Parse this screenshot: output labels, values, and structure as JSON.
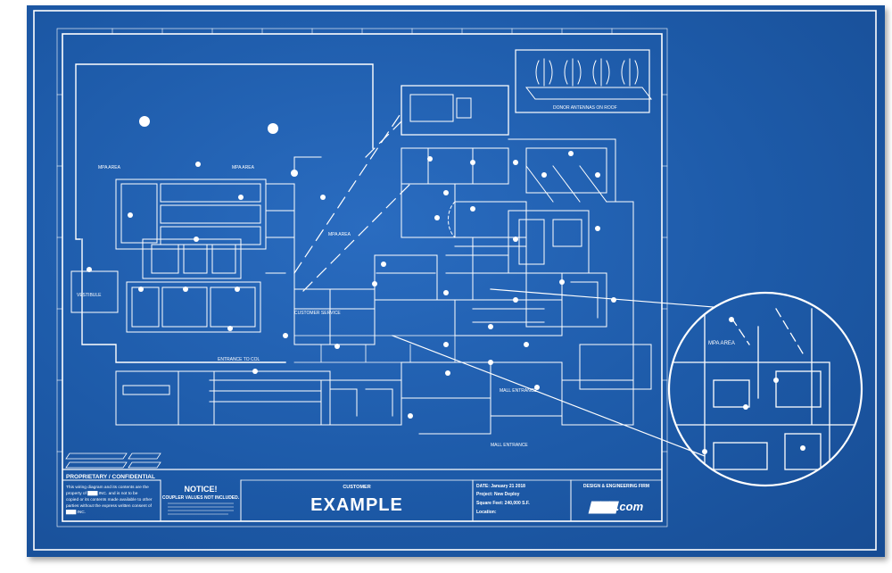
{
  "colors": {
    "paper": "#1f5fb0",
    "line": "#ffffff",
    "surround": "#ffffff"
  },
  "rooms": {
    "mpa_area_left": "MPA AREA",
    "mpa_area_right": "MPA AREA",
    "mpa_area_mid": "MPA AREA",
    "vestibule": "VESTIBULE",
    "customer_service": "CUSTOMER SERVICE",
    "entrance_to_col": "ENTRANCE TO COL",
    "mall_entrance_lower": "MALL ENTRANCE",
    "mall_entrance_mid": "MALL ENTRANCE",
    "mpa_area_zoom": "MPA AREA",
    "donor_antennas": "DONOR ANTENNAS ON ROOF"
  },
  "title_block": {
    "proprietary_heading": "PROPRIETARY / CONFIDENTIAL",
    "proprietary_lines": [
      "This wiring diagram and its contents are the",
      "property of ▇▇▇ INC. and is not to be",
      "copied or its contents made available to other",
      "parties without the express written consent of",
      "▇▇▇ INC."
    ],
    "notice_heading": "NOTICE!",
    "notice_sub": "COUPLER VALUES NOT INCLUDED.",
    "customer_label": "CUSTOMER",
    "customer_name": "EXAMPLE",
    "date": "DATE: January 21 2018",
    "project": "Project: New Deploy",
    "square_feet": "Square Feet: 240,000 S.F.",
    "location": "Location:",
    "firm_label": "DESIGN & ENGINEERING FIRM",
    "logo_text": "▇▇▇.com"
  }
}
